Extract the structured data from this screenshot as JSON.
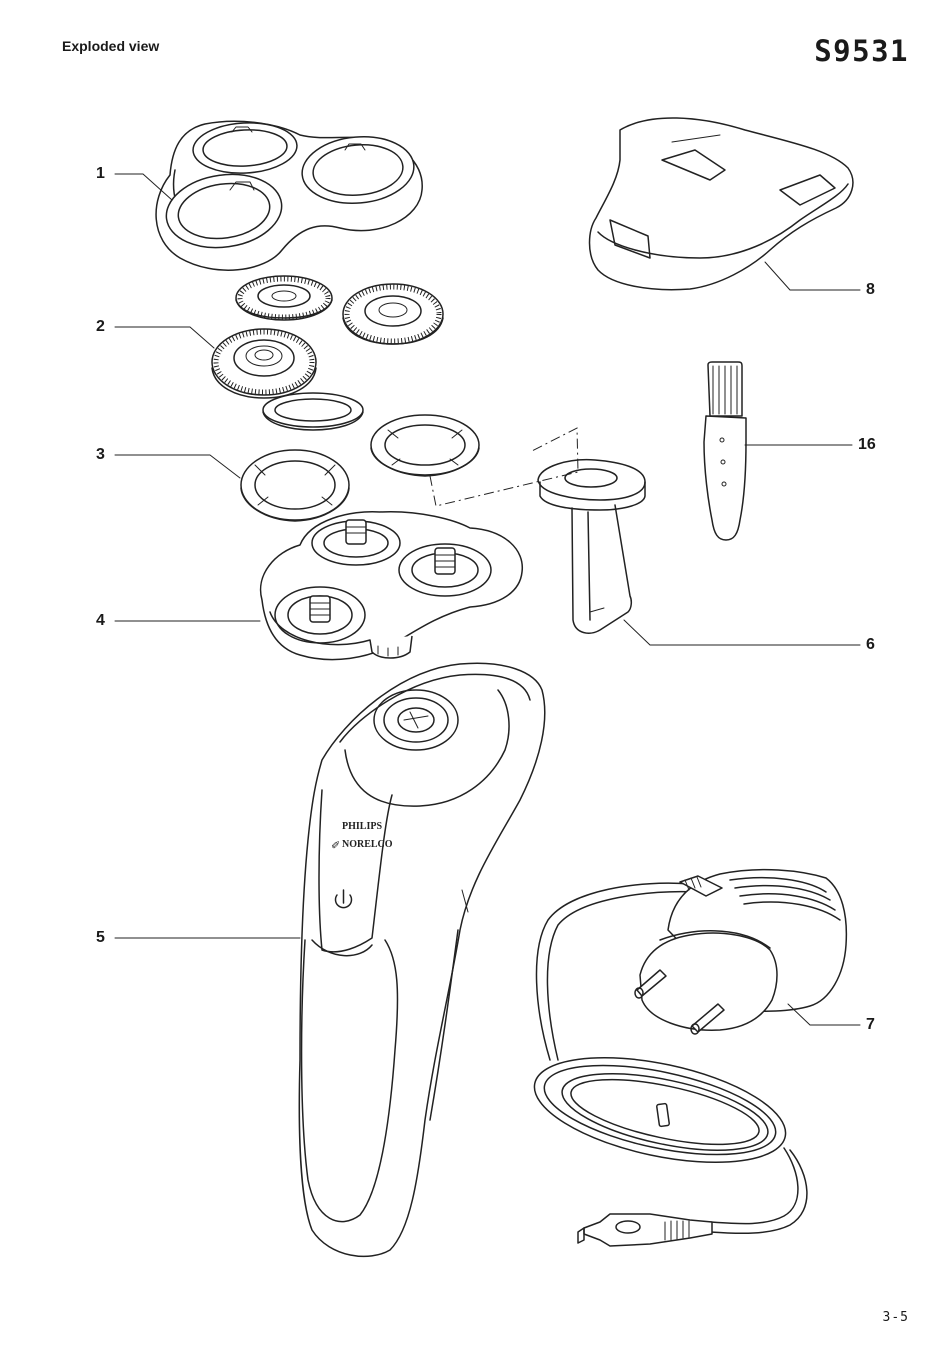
{
  "header": {
    "section_title": "Exploded view",
    "model": "S9531"
  },
  "footer": {
    "page_number": "3-5"
  },
  "brand": {
    "line1": "PHILIPS",
    "line2": "NORELCO"
  },
  "parts": [
    {
      "id": "1"
    },
    {
      "id": "2"
    },
    {
      "id": "3"
    },
    {
      "id": "4"
    },
    {
      "id": "5"
    },
    {
      "id": "6"
    },
    {
      "id": "7"
    },
    {
      "id": "8"
    },
    {
      "id": "16"
    }
  ]
}
